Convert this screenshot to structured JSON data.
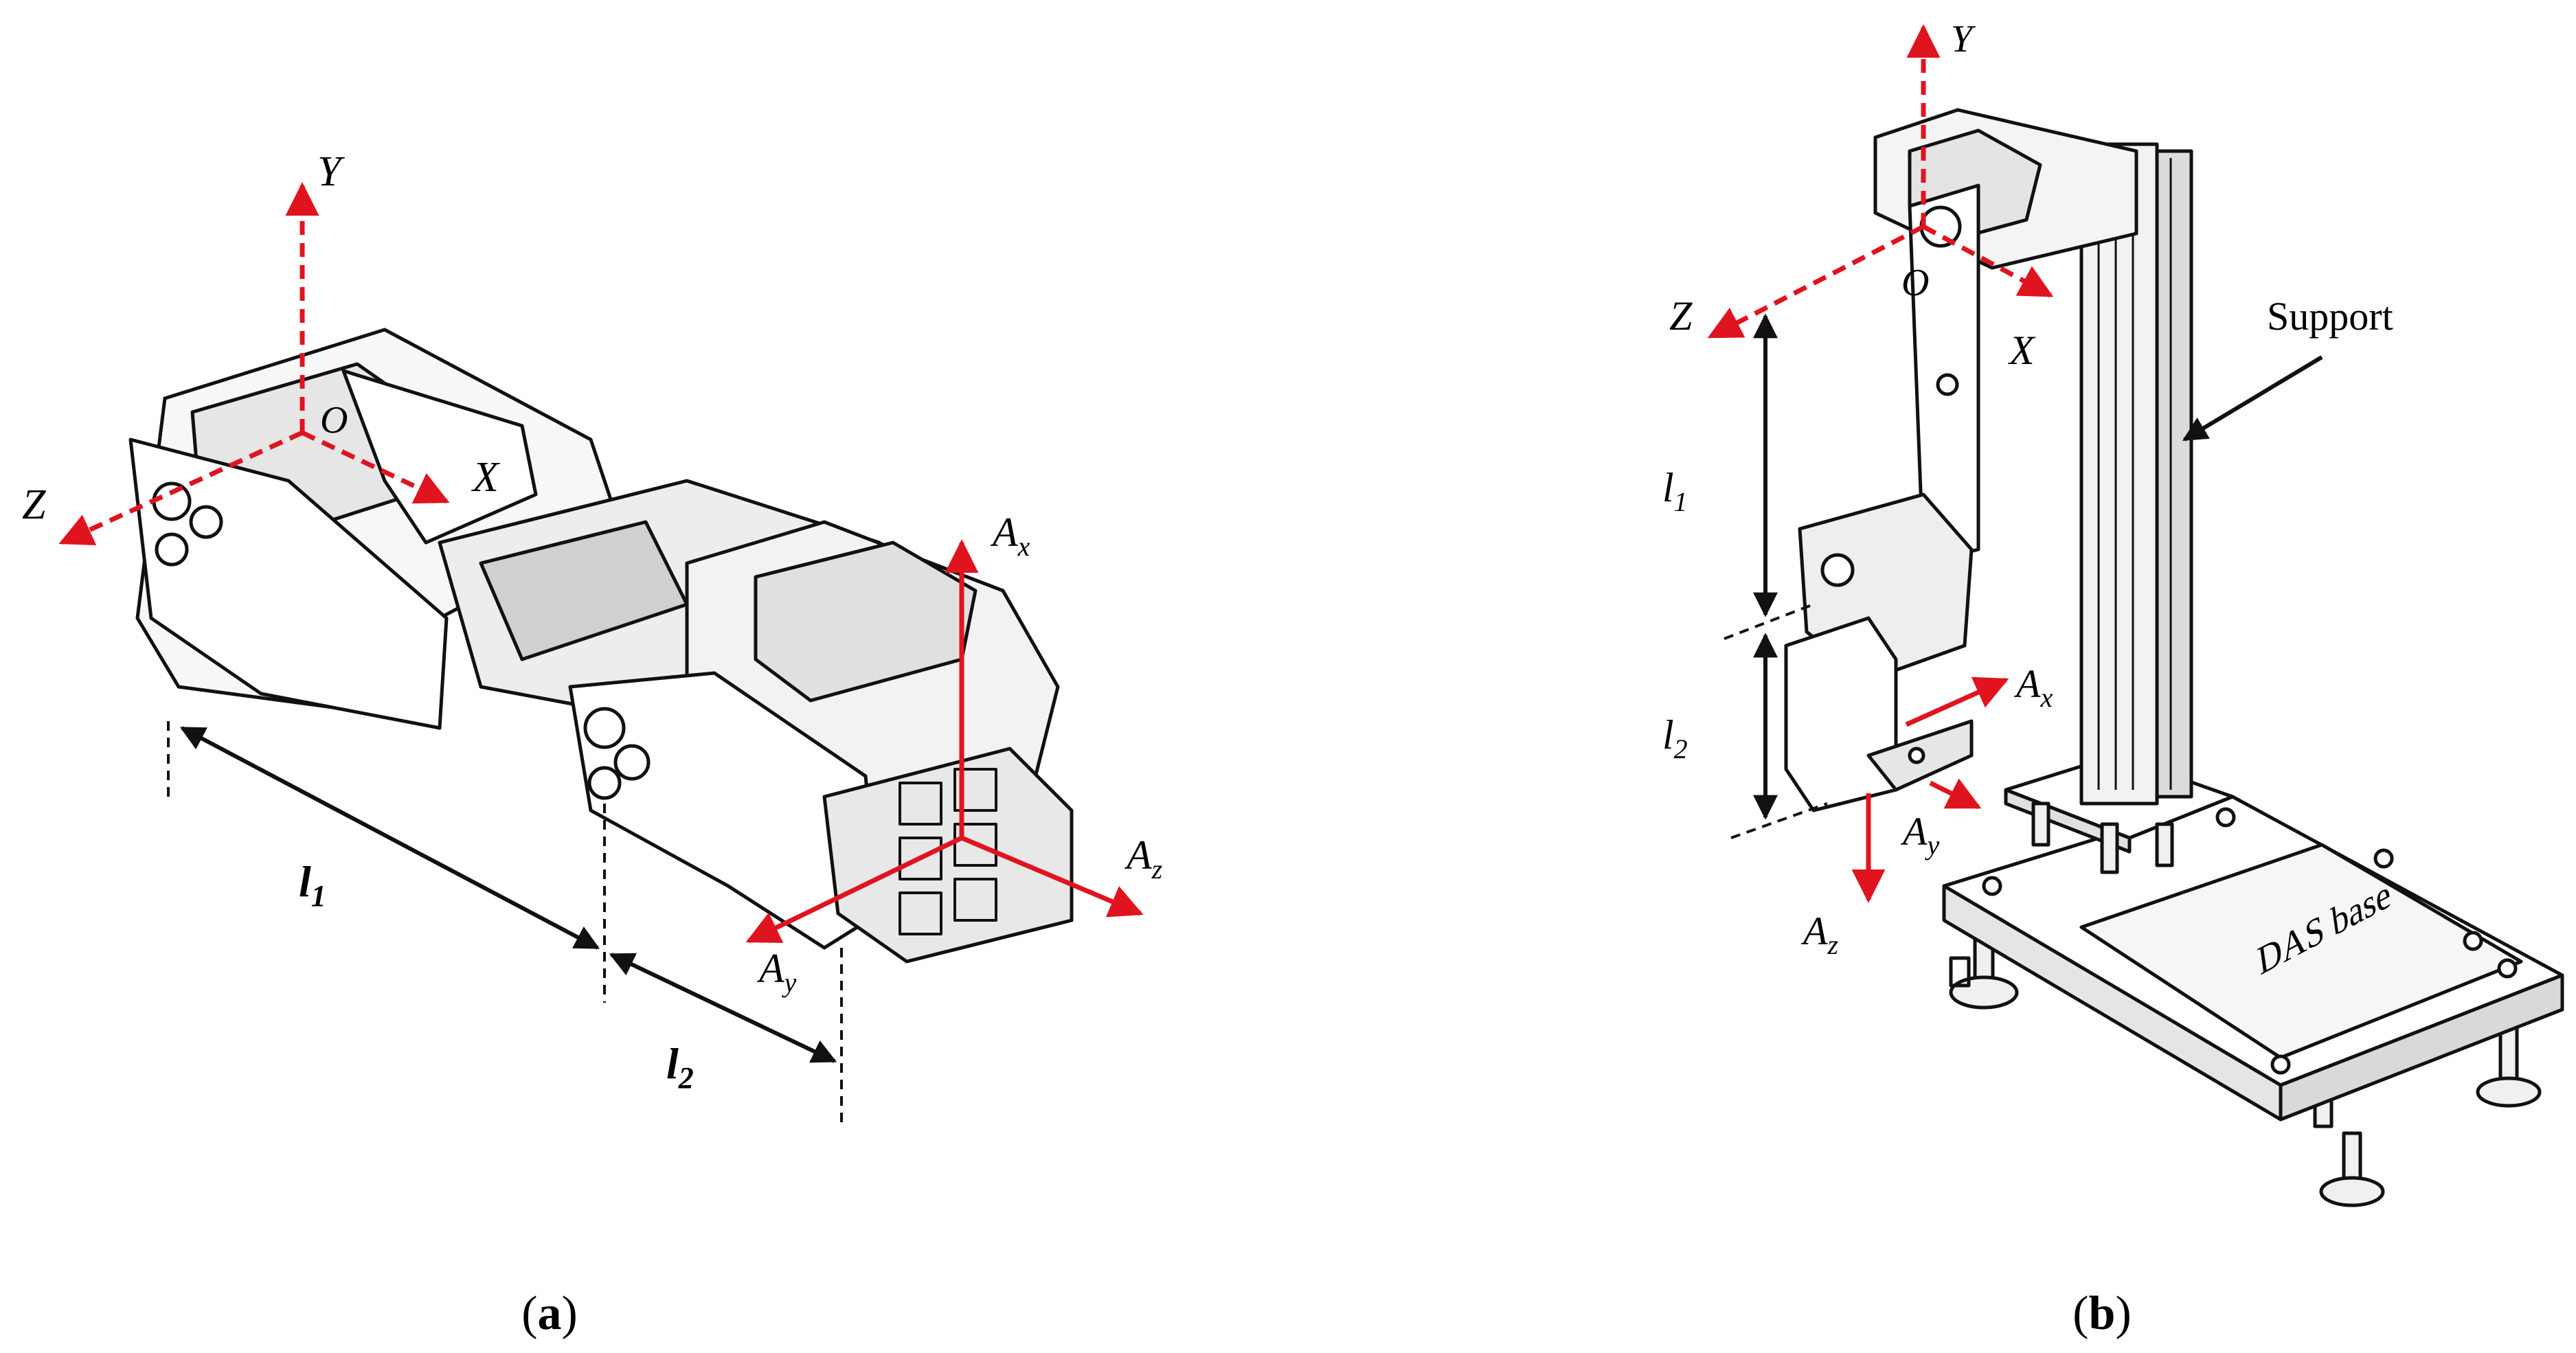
{
  "colors": {
    "axis_red": "#e0141e",
    "line": "#111111",
    "fill_light": "#f4f4f4",
    "fill_mid": "#d9d9d9"
  },
  "panel_a": {
    "caption_open": "(",
    "caption_letter": "a",
    "caption_close": ")",
    "axes": {
      "y": "Y",
      "x": "X",
      "z": "Z",
      "origin": "O"
    },
    "accel": {
      "x": "A",
      "x_sub": "x",
      "y": "A",
      "y_sub": "y",
      "z": "A",
      "z_sub": "z"
    },
    "dims": {
      "l1": "l",
      "l1_sub": "1",
      "l2": "l",
      "l2_sub": "2"
    }
  },
  "panel_b": {
    "caption_open": "(",
    "caption_letter": "b",
    "caption_close": ")",
    "axes": {
      "y": "Y",
      "x": "X",
      "z": "Z",
      "origin": "O"
    },
    "accel": {
      "x": "A",
      "x_sub": "x",
      "y": "A",
      "y_sub": "y",
      "z": "A",
      "z_sub": "z"
    },
    "dims": {
      "l1": "l",
      "l1_sub": "1",
      "l2": "l",
      "l2_sub": "2"
    },
    "support_label": "Support",
    "base_label": "DAS base"
  }
}
